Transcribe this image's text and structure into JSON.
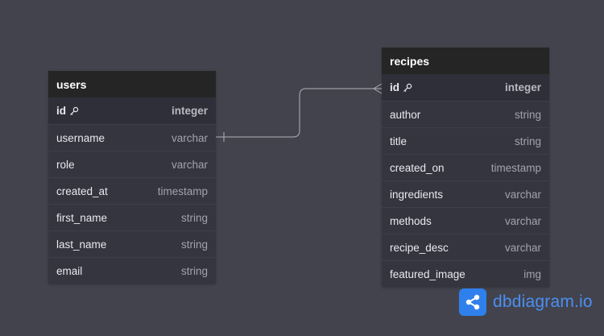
{
  "tables": {
    "users": {
      "name": "users",
      "fields": [
        {
          "name": "id",
          "type": "integer",
          "pk": true
        },
        {
          "name": "username",
          "type": "varchar"
        },
        {
          "name": "role",
          "type": "varchar"
        },
        {
          "name": "created_at",
          "type": "timestamp"
        },
        {
          "name": "first_name",
          "type": "string"
        },
        {
          "name": "last_name",
          "type": "string"
        },
        {
          "name": "email",
          "type": "string"
        }
      ]
    },
    "recipes": {
      "name": "recipes",
      "fields": [
        {
          "name": "id",
          "type": "integer",
          "pk": true
        },
        {
          "name": "author",
          "type": "string"
        },
        {
          "name": "title",
          "type": "string"
        },
        {
          "name": "created_on",
          "type": "timestamp"
        },
        {
          "name": "ingredients",
          "type": "varchar"
        },
        {
          "name": "methods",
          "type": "varchar"
        },
        {
          "name": "recipe_desc",
          "type": "varchar"
        },
        {
          "name": "featured_image",
          "type": "img"
        }
      ]
    }
  },
  "relationship": {
    "from": "users.username",
    "to": "recipes.id",
    "cardinality": "one-to-many"
  },
  "brand": {
    "text": "dbdiagram.io",
    "color": "#2f80ed"
  }
}
